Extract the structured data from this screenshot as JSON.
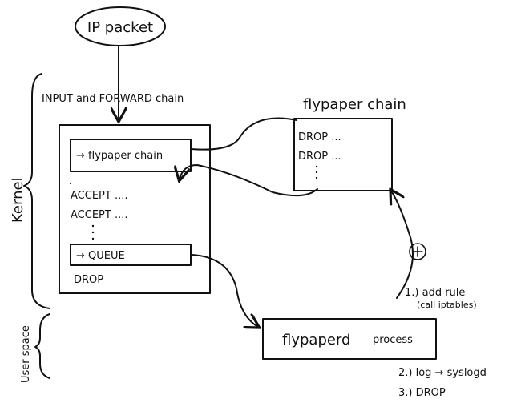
{
  "diagram": {
    "ip_packet": "IP packet",
    "chain_title": "INPUT and FORWARD chain",
    "flypaper_chain_title": "flypaper chain",
    "kernel_label": "Kernel",
    "user_space_label": "User space",
    "input_chain": {
      "jump_rule": "→ flypaper chain",
      "accept_1": "ACCEPT ....",
      "accept_2": "ACCEPT ....",
      "queue_rule": "→ QUEUE",
      "drop": "DROP"
    },
    "flypaper_chain": {
      "drop_1": "DROP ...",
      "drop_2": "DROP ..."
    },
    "process": {
      "name": "flypaperd",
      "suffix": "process"
    },
    "plus_symbol": "+",
    "steps": {
      "step1": "1.) add rule",
      "step1_note": "(call iptables)",
      "step2": "2.) log → syslogd",
      "step3": "3.) DROP"
    },
    "dots": "."
  }
}
